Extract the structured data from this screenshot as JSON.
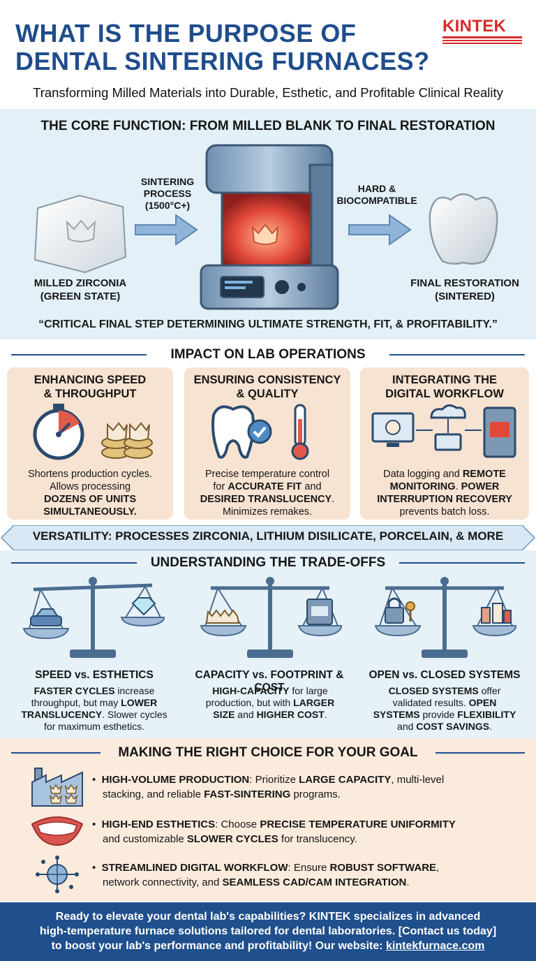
{
  "header": {
    "title_line1": "WHAT IS THE PURPOSE OF",
    "title_line2": "DENTAL SINTERING FURNACES?",
    "subtitle": "Transforming Milled Materials into Durable, Esthetic, and Profitable Clinical Reality",
    "logo": "KINTEK"
  },
  "core": {
    "title": "THE CORE FUNCTION: FROM MILLED BLANK TO FINAL RESTORATION",
    "process_label": [
      "SINTERING",
      "PROCESS",
      "(1500°C+)"
    ],
    "result_label": [
      "HARD &",
      "BIOCOMPATIBLE"
    ],
    "left_label": [
      "MILLED ZIRCONIA",
      "(GREEN STATE)"
    ],
    "right_label": [
      "FINAL RESTORATION",
      "(SINTERED)"
    ],
    "quote": "“CRITICAL FINAL STEP DETERMINING ULTIMATE STRENGTH, FIT, & PROFITABILITY.”"
  },
  "impact": {
    "title": "IMPACT ON LAB OPERATIONS",
    "cards": [
      {
        "title": [
          "ENHANCING SPEED",
          "& THROUGHPUT"
        ],
        "body_1": "Shortens production cycles.",
        "body_2": "Allows processing",
        "body_3": "DOZENS OF UNITS",
        "body_4": "SIMULTANEOUSLY."
      },
      {
        "title": [
          "ENSURING CONSISTENCY",
          "& QUALITY"
        ],
        "body_1": "Precise temperature control",
        "body_2a": "for ",
        "body_2b": "ACCURATE FIT",
        "body_2c": " and",
        "body_3a": "DESIRED TRANSLUCENCY",
        "body_3b": ".",
        "body_4": "Minimizes remakes."
      },
      {
        "title": [
          "INTEGRATING THE",
          "DIGITAL WORKFLOW"
        ],
        "body_1a": "Data logging and ",
        "body_1b": "REMOTE",
        "body_2a": "MONITORING",
        "body_2b": ". ",
        "body_2c": "POWER",
        "body_3": "INTERRUPTION RECOVERY",
        "body_4": "prevents batch loss."
      }
    ],
    "versatility": "VERSATILITY: PROCESSES ZIRCONIA, LITHIUM DISILICATE, PORCELAIN, & MORE"
  },
  "tradeoffs": {
    "title": "UNDERSTANDING THE TRADE-OFFS",
    "items": [
      {
        "title": "SPEED vs. ESTHETICS",
        "l1a": "FASTER CYCLES",
        "l1b": " increase",
        "l2a": "throughput, but may ",
        "l2b": "LOWER",
        "l3a": "TRANSLUCENCY",
        "l3b": ". Slower cycles",
        "l4": "for maximum esthetics."
      },
      {
        "title": "CAPACITY vs. FOOTPRINT & COST",
        "l1a": "HIGH-CAPACITY",
        "l1b": " for large",
        "l2a": "production, but with ",
        "l2b": "LARGER",
        "l3a": "SIZE",
        "l3b": " and ",
        "l3c": "HIGHER COST",
        "l3d": "."
      },
      {
        "title": "OPEN vs. CLOSED SYSTEMS",
        "l1a": "CLOSED SYSTEMS",
        "l1b": " offer",
        "l2a": "validated results. ",
        "l2b": "OPEN",
        "l3a": "SYSTEMS",
        "l3b": " provide ",
        "l3c": "FLEXIBILITY",
        "l4a": "and ",
        "l4b": "COST SAVINGS",
        "l4c": "."
      }
    ]
  },
  "choice": {
    "title": "MAKING THE RIGHT CHOICE FOR YOUR GOAL",
    "items": [
      {
        "a": "HIGH-VOLUME PRODUCTION",
        "b": ": Prioritize ",
        "c": "LARGE CAPACITY",
        "d": ", multi-level",
        "e": "stacking, and reliable ",
        "f": "FAST-SINTERING",
        "g": " programs."
      },
      {
        "a": "HIGH-END ESTHETICS",
        "b": ": Choose ",
        "c": "PRECISE TEMPERATURE UNIFORMITY",
        "e": "and customizable ",
        "f": "SLOWER CYCLES",
        "g": " for translucency."
      },
      {
        "a": "STREAMLINED DIGITAL WORKFLOW",
        "b": ": Ensure ",
        "c": "ROBUST SOFTWARE",
        "d": ",",
        "e": "network connectivity, and ",
        "f": "SEAMLESS CAD/CAM INTEGRATION",
        "g": "."
      }
    ]
  },
  "footer": {
    "line1": "Ready to elevate your dental lab's capabilities? KINTEK specializes in advanced",
    "line2": "high-temperature furnace solutions tailored for dental laboratories. [Contact us today]",
    "line3": "to boost your lab's performance and profitability! Our website: ",
    "link": "kintekfurnace.com"
  },
  "colors": {
    "title_blue": "#1f4d8c",
    "logo_red": "#d72a2a",
    "card_peach": "#f7e3d2",
    "light_blue": "#e3f0f7",
    "footer_blue": "#1f4f8c"
  }
}
